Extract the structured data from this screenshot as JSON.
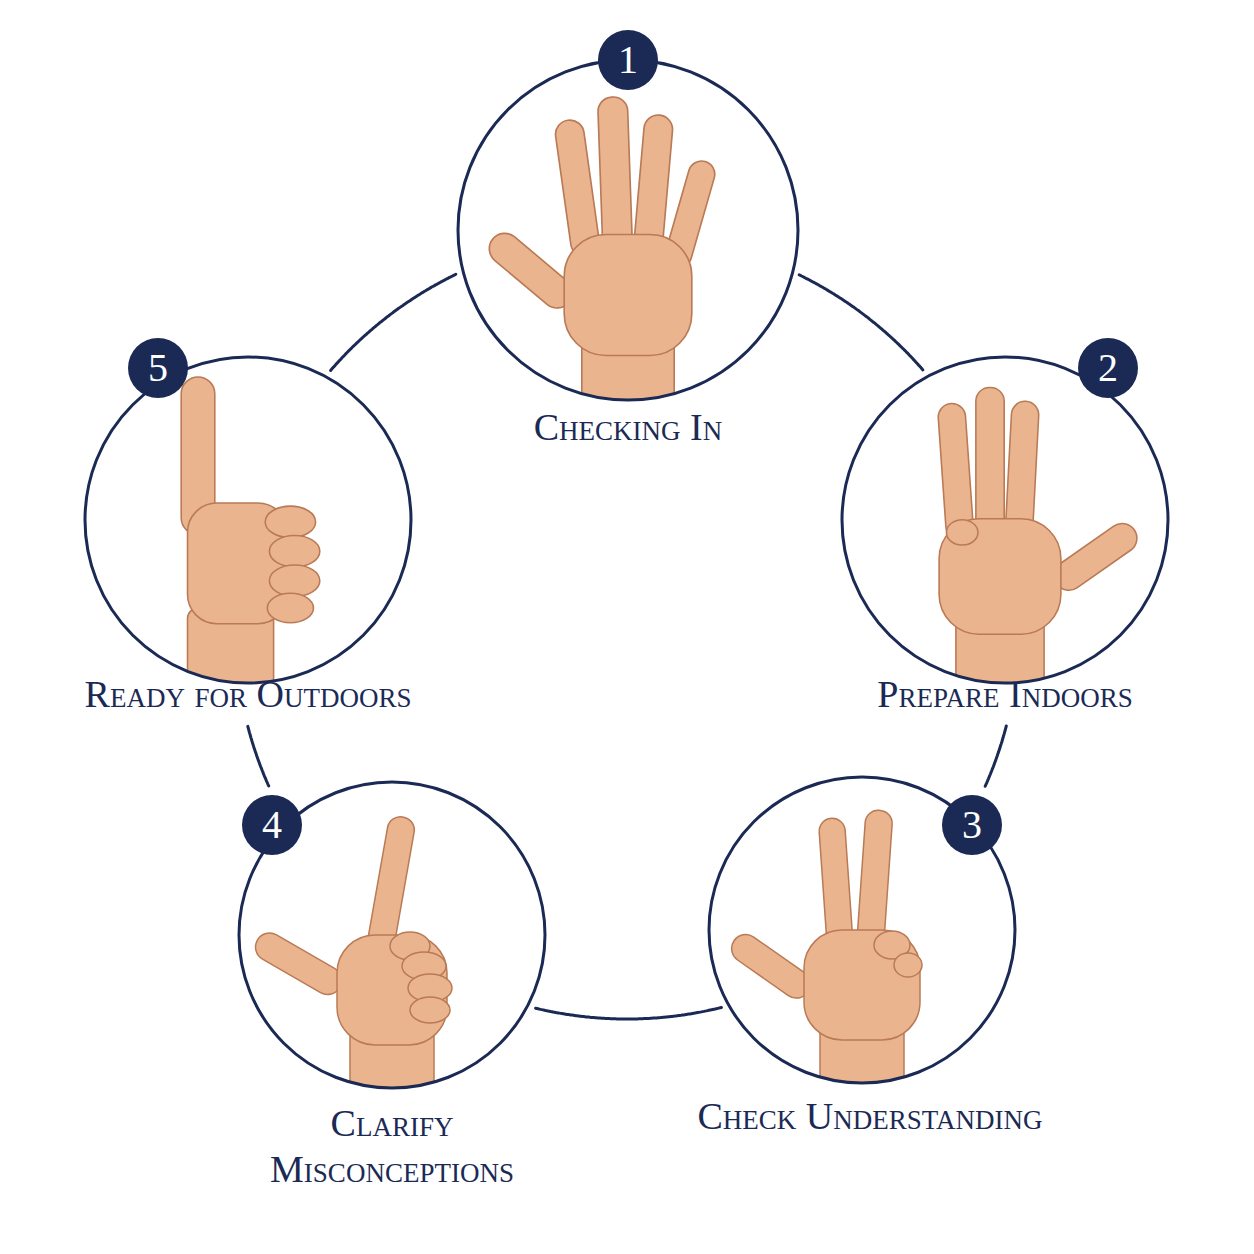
{
  "diagram": {
    "nodes": [
      {
        "text": [
          "1",
          "Checking In"
        ]
      },
      {
        "text": [
          "2",
          "Prepare Indoors"
        ]
      },
      {
        "text": [
          "3",
          "Check Understanding"
        ]
      },
      {
        "text": [
          "4",
          "Clarify Misconceptions"
        ]
      },
      {
        "text": [
          "5",
          "Ready for Outdoors"
        ]
      }
    ],
    "edges": [
      {
        "from": 0,
        "to": 1,
        "arrow": "none"
      },
      {
        "from": 1,
        "to": 2,
        "arrow": "none"
      },
      {
        "from": 2,
        "to": 3,
        "arrow": "none"
      },
      {
        "from": 3,
        "to": 4,
        "arrow": "none"
      },
      {
        "from": 4,
        "to": 0,
        "arrow": "none"
      }
    ]
  }
}
